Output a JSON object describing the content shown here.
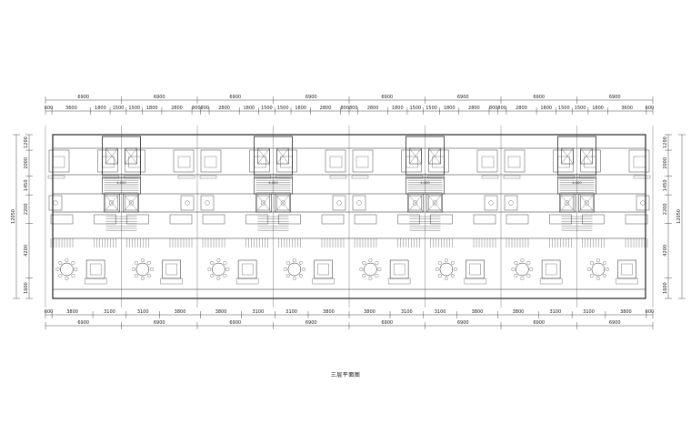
{
  "drawing": {
    "caption": "三层平面图",
    "top_overall": [
      "6900",
      "6900",
      "6900",
      "6900",
      "6900",
      "6900",
      "6900",
      "6900"
    ],
    "top_detail": [
      "600",
      "3600",
      "1800",
      "1500",
      "1500",
      "1800",
      "2800",
      "800",
      "800",
      "2800",
      "1800",
      "1500",
      "1500",
      "1800",
      "2800",
      "800",
      "800",
      "2800",
      "1800",
      "1500",
      "1500",
      "1800",
      "2800",
      "800",
      "800",
      "2800",
      "1800",
      "1500",
      "1500",
      "1800",
      "3600",
      "600"
    ],
    "bottom_detail": [
      "600",
      "3800",
      "3100",
      "3100",
      "3800",
      "3800",
      "3100",
      "3100",
      "3800",
      "3800",
      "3100",
      "3100",
      "3800",
      "3800",
      "3100",
      "3100",
      "3800",
      "600"
    ],
    "bottom_overall": [
      "6900",
      "6900",
      "6900",
      "6900",
      "6900",
      "6900",
      "6900",
      "6900"
    ],
    "left_detail": [
      "1200",
      "2000",
      "1450",
      "2200",
      "4200",
      "1600"
    ],
    "left_total": "12050",
    "right_detail": [
      "1200",
      "2000",
      "1450",
      "2200",
      "4200",
      "1600"
    ],
    "right_total": "12050",
    "level_mark": "4.000"
  }
}
